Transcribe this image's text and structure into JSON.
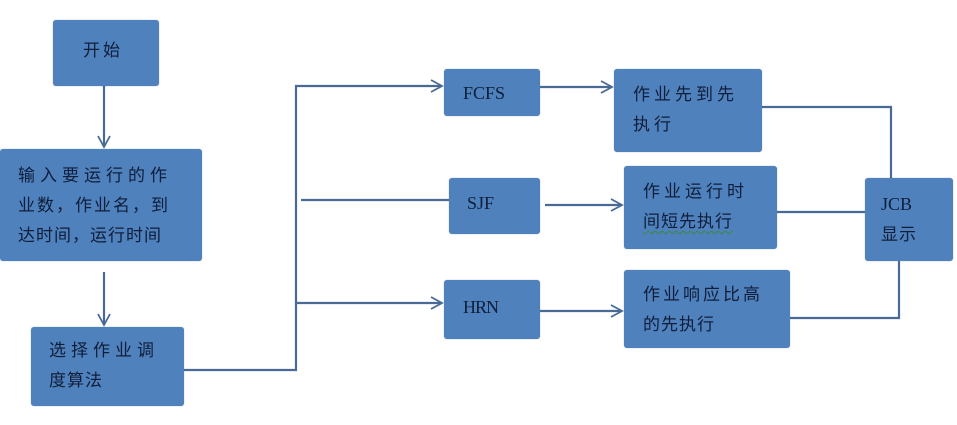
{
  "diagram": {
    "type": "flowchart",
    "colors": {
      "node_fill": "#4f81bd",
      "node_text": "#0f1e3a",
      "connector": "#4a6a96"
    },
    "nodes": {
      "start": {
        "label": "开始"
      },
      "input": {
        "lines": [
          "输入要运行的作",
          "业数，作业名，到",
          "达时间，运行时间"
        ]
      },
      "select": {
        "lines": [
          "选择作业调",
          "度算法"
        ]
      },
      "fcfs": {
        "label": "FCFS"
      },
      "sjf": {
        "label": "SJF"
      },
      "hrn": {
        "label": "HRN"
      },
      "fcfs_desc": {
        "lines": [
          "作业先到先",
          "执行"
        ]
      },
      "sjf_desc": {
        "lines": [
          "作业运行时",
          "间短先执行"
        ]
      },
      "hrn_desc": {
        "lines": [
          "作业响应比高",
          "的先执行"
        ]
      },
      "jcb": {
        "lines": [
          "JCB",
          "显示"
        ]
      }
    },
    "edges": [
      {
        "from": "start",
        "to": "input",
        "arrow": true
      },
      {
        "from": "input",
        "to": "select",
        "arrow": true
      },
      {
        "from": "select",
        "to": "fcfs",
        "arrow": true
      },
      {
        "from": "select",
        "to": "sjf",
        "arrow": false
      },
      {
        "from": "select",
        "to": "hrn",
        "arrow": true
      },
      {
        "from": "fcfs",
        "to": "fcfs_desc",
        "arrow": true
      },
      {
        "from": "sjf",
        "to": "sjf_desc",
        "arrow": true
      },
      {
        "from": "hrn",
        "to": "hrn_desc",
        "arrow": true
      },
      {
        "from": "fcfs_desc",
        "to": "jcb",
        "arrow": false
      },
      {
        "from": "sjf_desc",
        "to": "jcb",
        "arrow": false
      },
      {
        "from": "hrn_desc",
        "to": "jcb",
        "arrow": false
      }
    ]
  }
}
